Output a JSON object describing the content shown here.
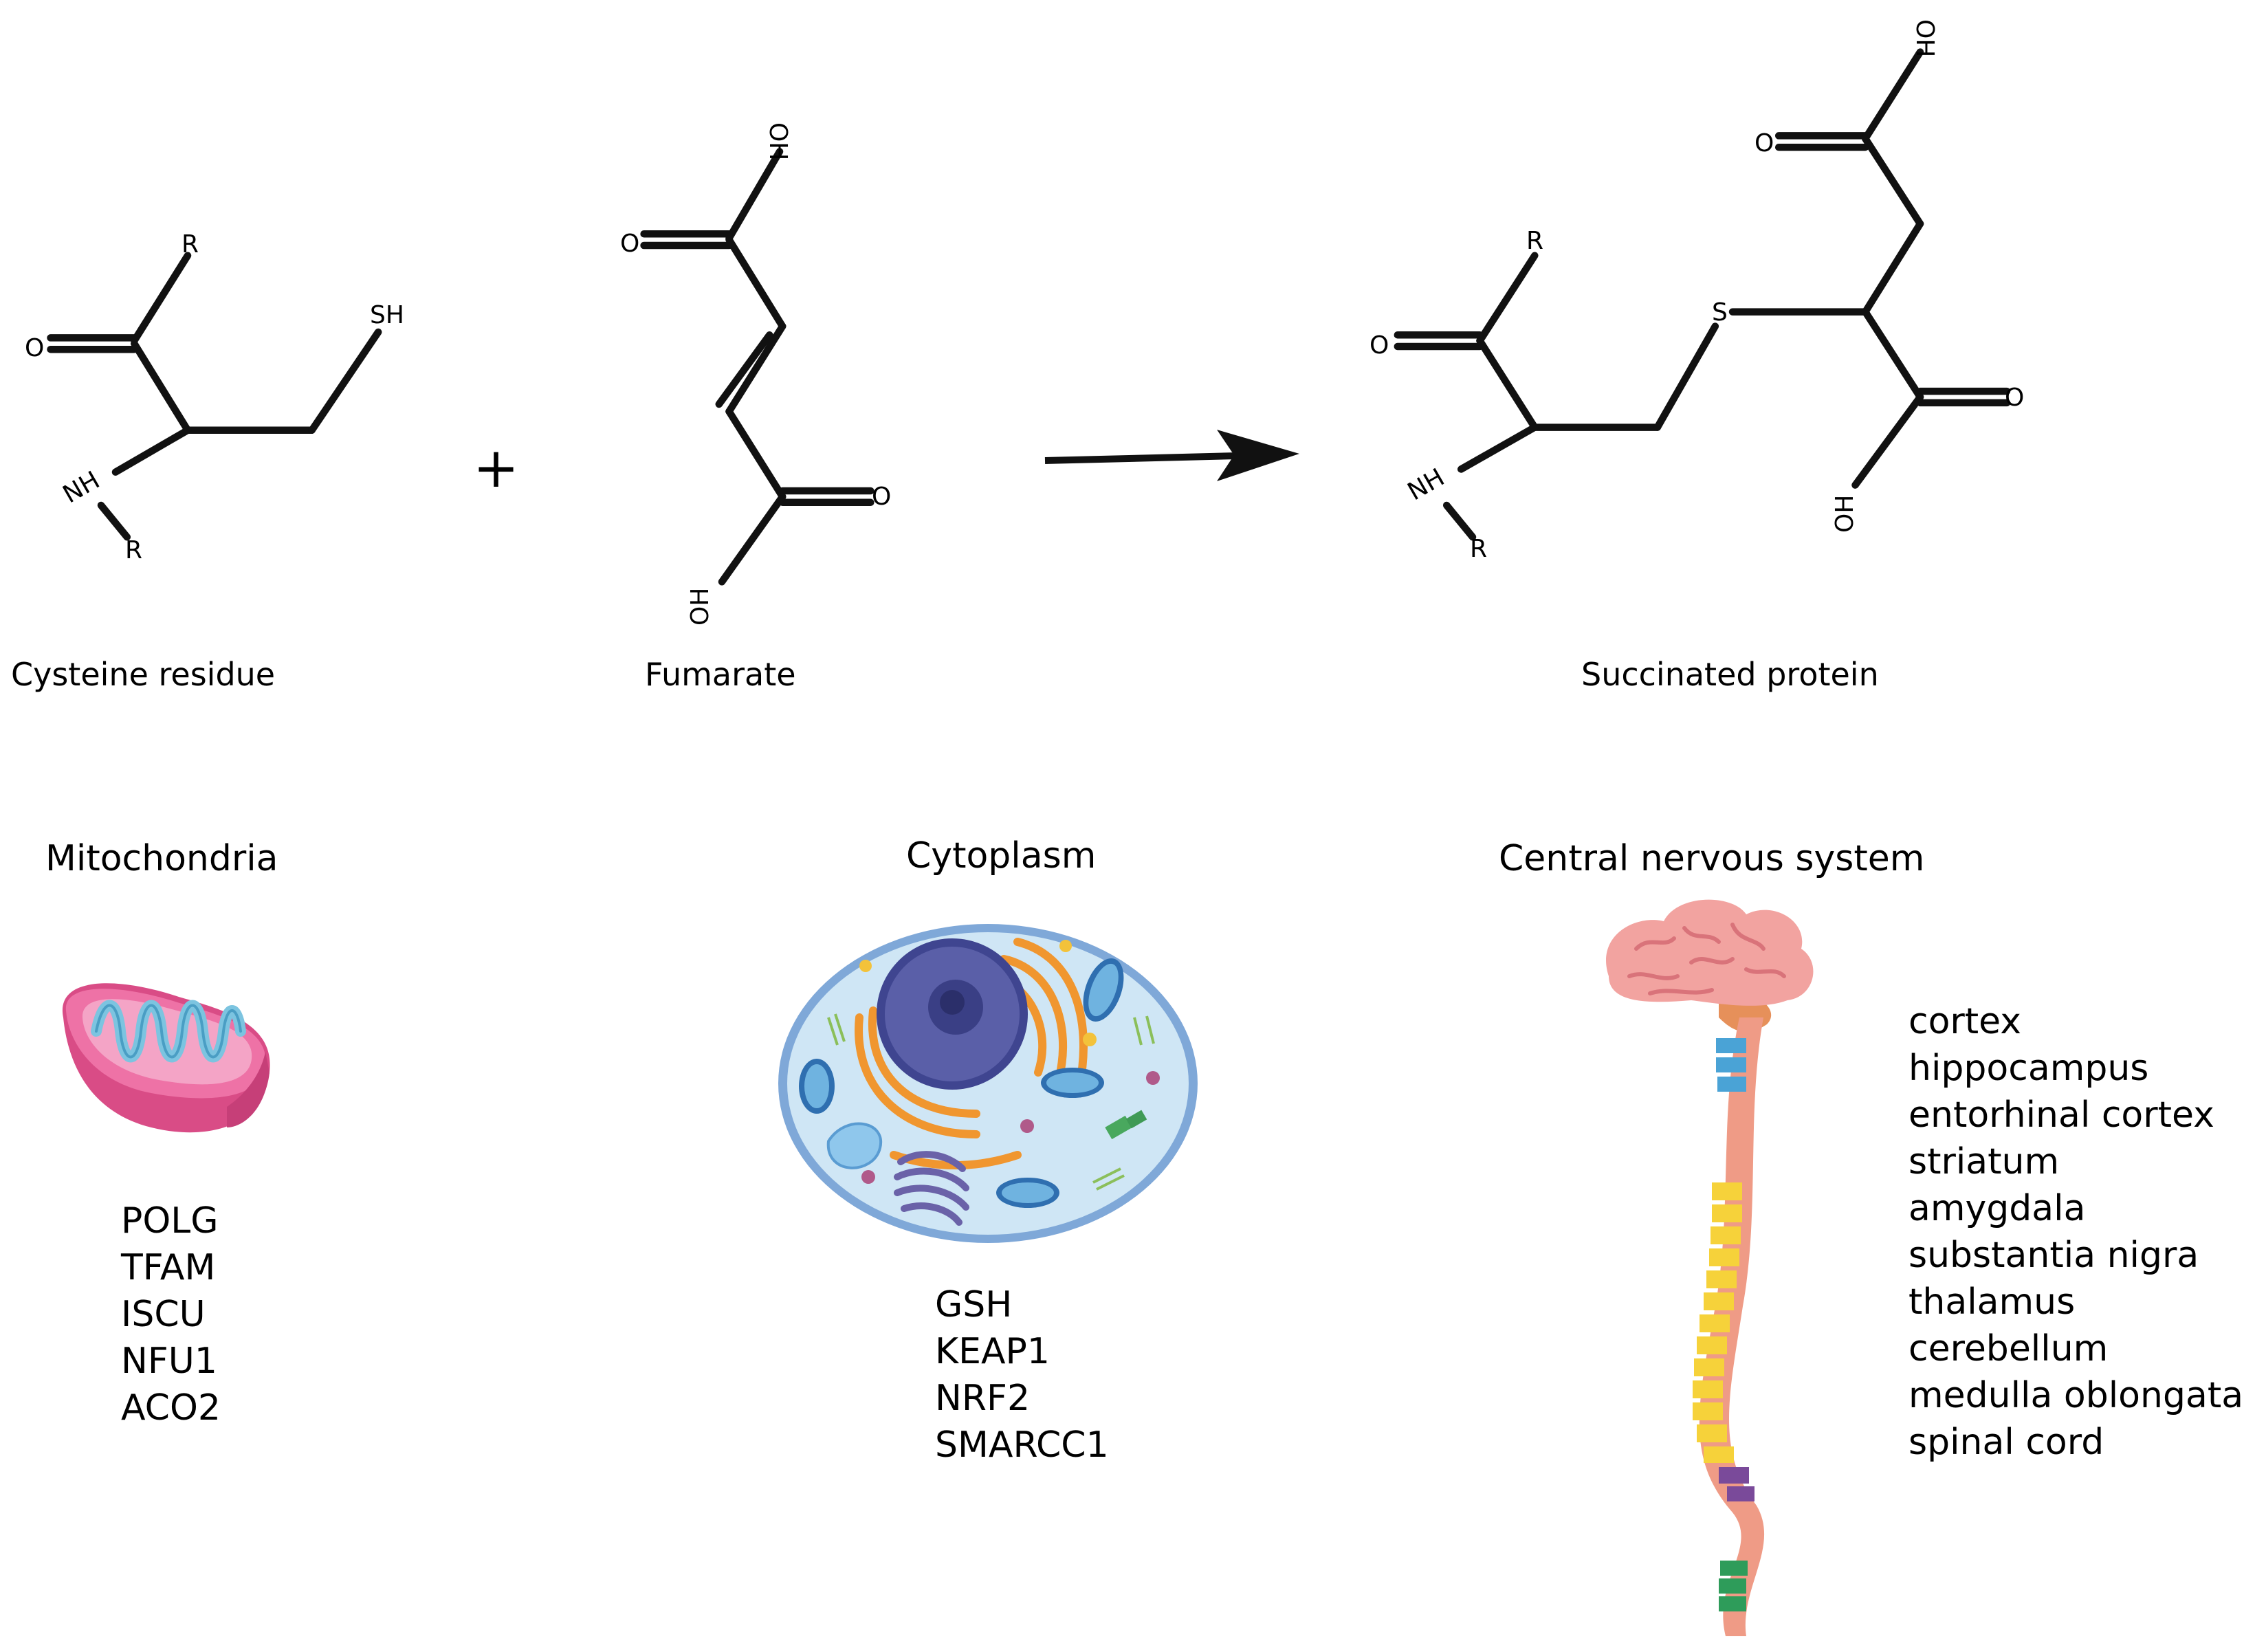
{
  "reaction": {
    "reactant1": {
      "caption": "Cysteine residue",
      "atoms": {
        "R_top": "R",
        "SH": "SH",
        "O": "O",
        "NH": "NH",
        "R_bottom": "R"
      }
    },
    "plus": "+",
    "reactant2": {
      "caption": "Fumarate",
      "atoms": {
        "OH_top": "OH",
        "O_top": "O",
        "O_bottom": "O",
        "OH_bottom": "OH"
      }
    },
    "product": {
      "caption": "Succinated protein",
      "atoms": {
        "R_top": "R",
        "O": "O",
        "S": "S",
        "NH": "NH",
        "R_bottom": "R",
        "OH_top": "OH",
        "O_top": "O",
        "O_right": "O",
        "OH_bottom": "OH"
      }
    }
  },
  "panels": {
    "mitochondria": {
      "title": "Mitochondria",
      "items": [
        "POLG",
        "TFAM",
        "ISCU",
        "NFU1",
        "ACO2"
      ]
    },
    "cytoplasm": {
      "title": "Cytoplasm",
      "items": [
        "GSH",
        "KEAP1",
        "NRF2",
        "SMARCC1"
      ]
    },
    "cns": {
      "title": "Central nervous system",
      "items": [
        "cortex",
        "hippocampus",
        "entorhinal cortex",
        "striatum",
        "amygdala",
        "substantia nigra",
        "thalamus",
        "cerebellum",
        "medulla oblongata",
        "spinal cord"
      ]
    }
  },
  "colors": {
    "mito_outer": "#e8649a",
    "mito_inner": "#7cc4e0",
    "cell_body": "#cfe6f5",
    "cell_border": "#7fa8d8",
    "nucleus": "#5a5fa8",
    "er": "#f0962f",
    "brain": "#f2a3a0",
    "cord": "#ef9b86",
    "cord_yellow": "#f6d23a",
    "cord_blue": "#4aa3d6",
    "cord_purple": "#7a4a9a",
    "cord_green": "#2e9c5a"
  }
}
